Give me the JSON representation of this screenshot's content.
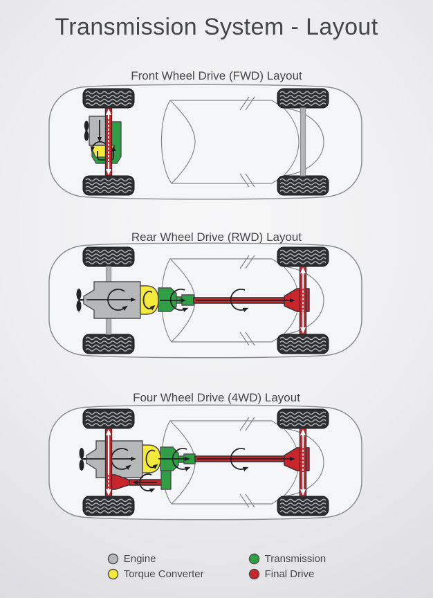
{
  "title": "Transmission System - Layout",
  "sections": [
    {
      "title": "Front Wheel Drive (FWD) Layout"
    },
    {
      "title": "Rear Wheel Drive (RWD) Layout"
    },
    {
      "title": "Four Wheel Drive (4WD) Layout"
    }
  ],
  "legend": {
    "items": [
      {
        "label": "Engine",
        "color": "#b6b7b9"
      },
      {
        "label": "Torque Converter",
        "color": "#f5e93c"
      },
      {
        "label": "Transmission",
        "color": "#2f9e44"
      },
      {
        "label": "Final Drive",
        "color": "#c8262c"
      }
    ]
  },
  "colors": {
    "engine": "#b6b7b9",
    "torque_converter": "#f5e93c",
    "transmission": "#2f9e44",
    "final_drive": "#c8262c",
    "axle_gray": "#b4b5b7",
    "wheel": "#2c2d2f",
    "wheel_tread": "#c7c8ca",
    "outline": "#4d4e50",
    "body_line": "#8b8c8e",
    "arrow": "#202022",
    "text": "#454648"
  }
}
